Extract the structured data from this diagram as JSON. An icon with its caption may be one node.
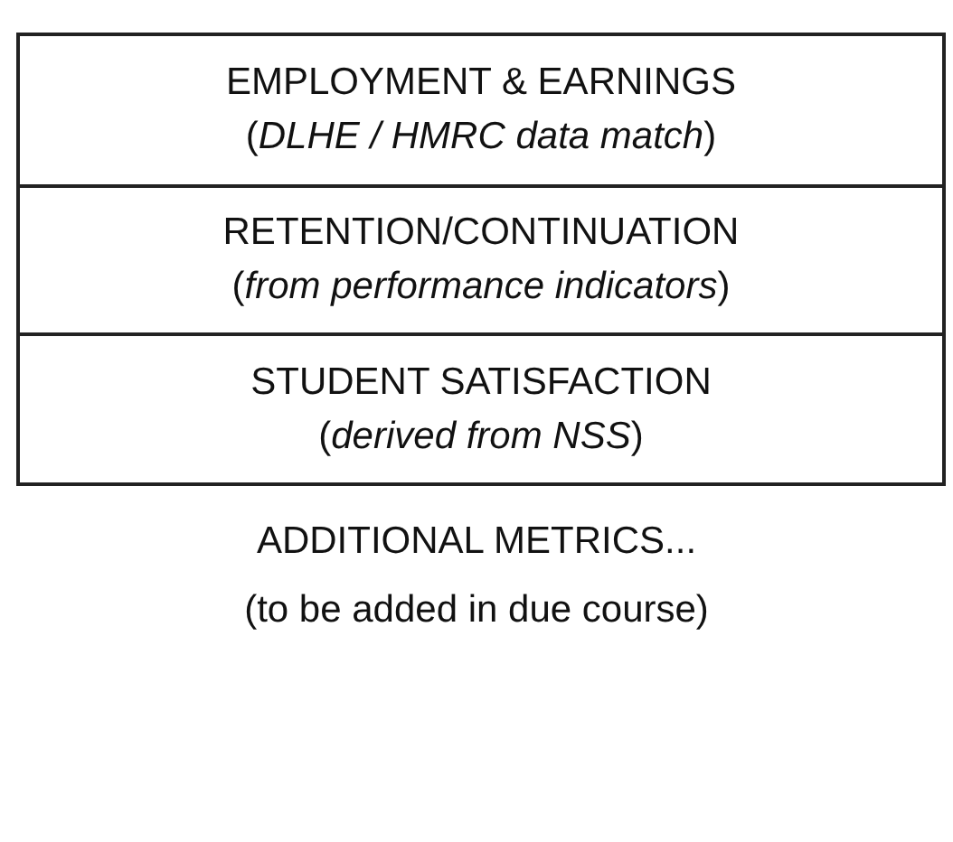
{
  "diagram": {
    "nodes": [
      {
        "text": [
          "EMPLOYMENT & EARNINGS",
          "(*DLHE / HMRC data match*)"
        ]
      },
      {
        "text": [
          "RETENTION/CONTINUATION",
          "(*from performance indicators*)"
        ]
      },
      {
        "text": [
          "STUDENT SATISFACTION",
          "(*derived from NSS*)"
        ]
      }
    ],
    "labels": [
      "ADDITIONAL METRICS...",
      "(to be added in due course)"
    ]
  }
}
